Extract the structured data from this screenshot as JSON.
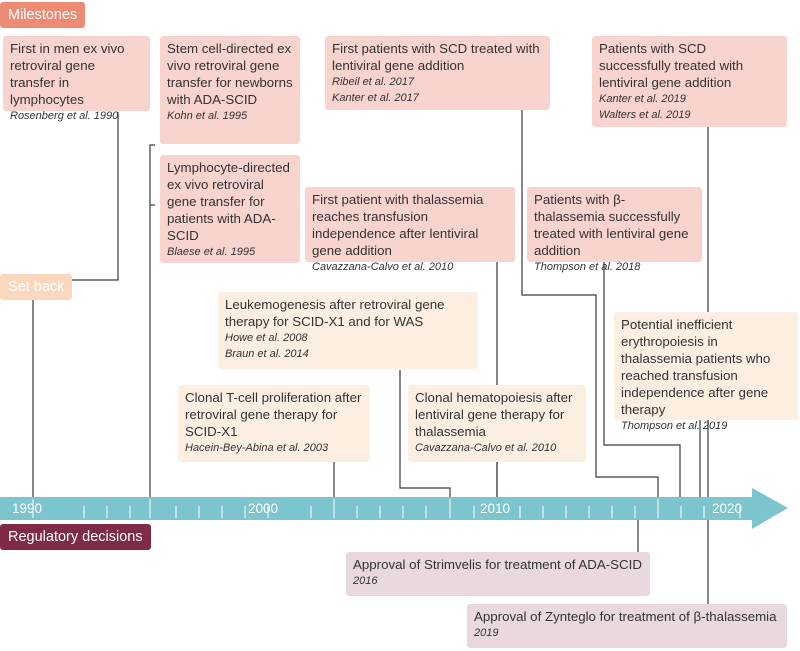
{
  "sections": {
    "milestones": "Milestones",
    "setback": "Set back",
    "regulatory": "Regulatory decisions"
  },
  "axis": {
    "labels": [
      "1990",
      "2000",
      "2010",
      "2020"
    ]
  },
  "milestones": [
    {
      "text": "First in men ex vivo retroviral gene transfer in lymphocytes",
      "cites": [
        "Rosenberg et al. 1990"
      ]
    },
    {
      "text": "Stem cell-directed ex vivo retroviral gene transfer for newborns with ADA-SCID",
      "cites": [
        "Kohn et al. 1995"
      ]
    },
    {
      "text": "Lymphocyte-directed ex vivo retroviral gene transfer for patients with ADA-SCID",
      "cites": [
        "Blaese et al. 1995"
      ]
    },
    {
      "text": "First patients with SCD treated with lentiviral gene addition",
      "cites": [
        "Ribeil et al. 2017",
        "Kanter et al. 2017"
      ]
    },
    {
      "text": "First patient with thalassemia reaches transfusion independence after lentiviral gene addition",
      "cites": [
        "Cavazzana-Calvo et al. 2010"
      ]
    },
    {
      "text": "Patients with SCD successfully treated with lentiviral gene addition",
      "cites": [
        "Kanter et al. 2019",
        "Walters et al. 2019"
      ]
    },
    {
      "text": "Patients with β-thalassemia successfully treated with lentiviral gene addition",
      "cites": [
        "Thompson et al. 2018"
      ]
    }
  ],
  "setbacks": [
    {
      "text": "Leukemogenesis after retroviral gene therapy for SCID-X1 and for WAS",
      "cites": [
        "Howe et al. 2008",
        "Braun et al. 2014"
      ]
    },
    {
      "text": "Clonal T-cell proliferation after retroviral gene therapy for SCID-X1",
      "cites": [
        "Hacein-Bey-Abina et al. 2003"
      ]
    },
    {
      "text": "Clonal hematopoiesis after lentiviral gene therapy for thalassemia",
      "cites": [
        "Cavazzana-Calvo et al. 2010"
      ]
    },
    {
      "text": "Potential inefficient erythropoiesis in thalassemia patients who reached transfusion independence after gene therapy",
      "cites": [
        "Thompson et al. 2019"
      ]
    }
  ],
  "regulatory": [
    {
      "text": "Approval of Strimvelis for treatment of ADA-SCID",
      "year": "2016"
    },
    {
      "text": "Approval of Zynteglo for treatment of β-thalassemia",
      "year": "2019"
    }
  ],
  "colors": {
    "milestone_box": "#f9d3cd",
    "milestone_tag": "#ee8b75",
    "setback_box": "#fdeee2",
    "setback_tag": "#fbd8bd",
    "regulatory_box": "#e9d8de",
    "regulatory_tag": "#7f2a47",
    "axis": "#7cc5cf",
    "connector": "#3a3a3a"
  }
}
